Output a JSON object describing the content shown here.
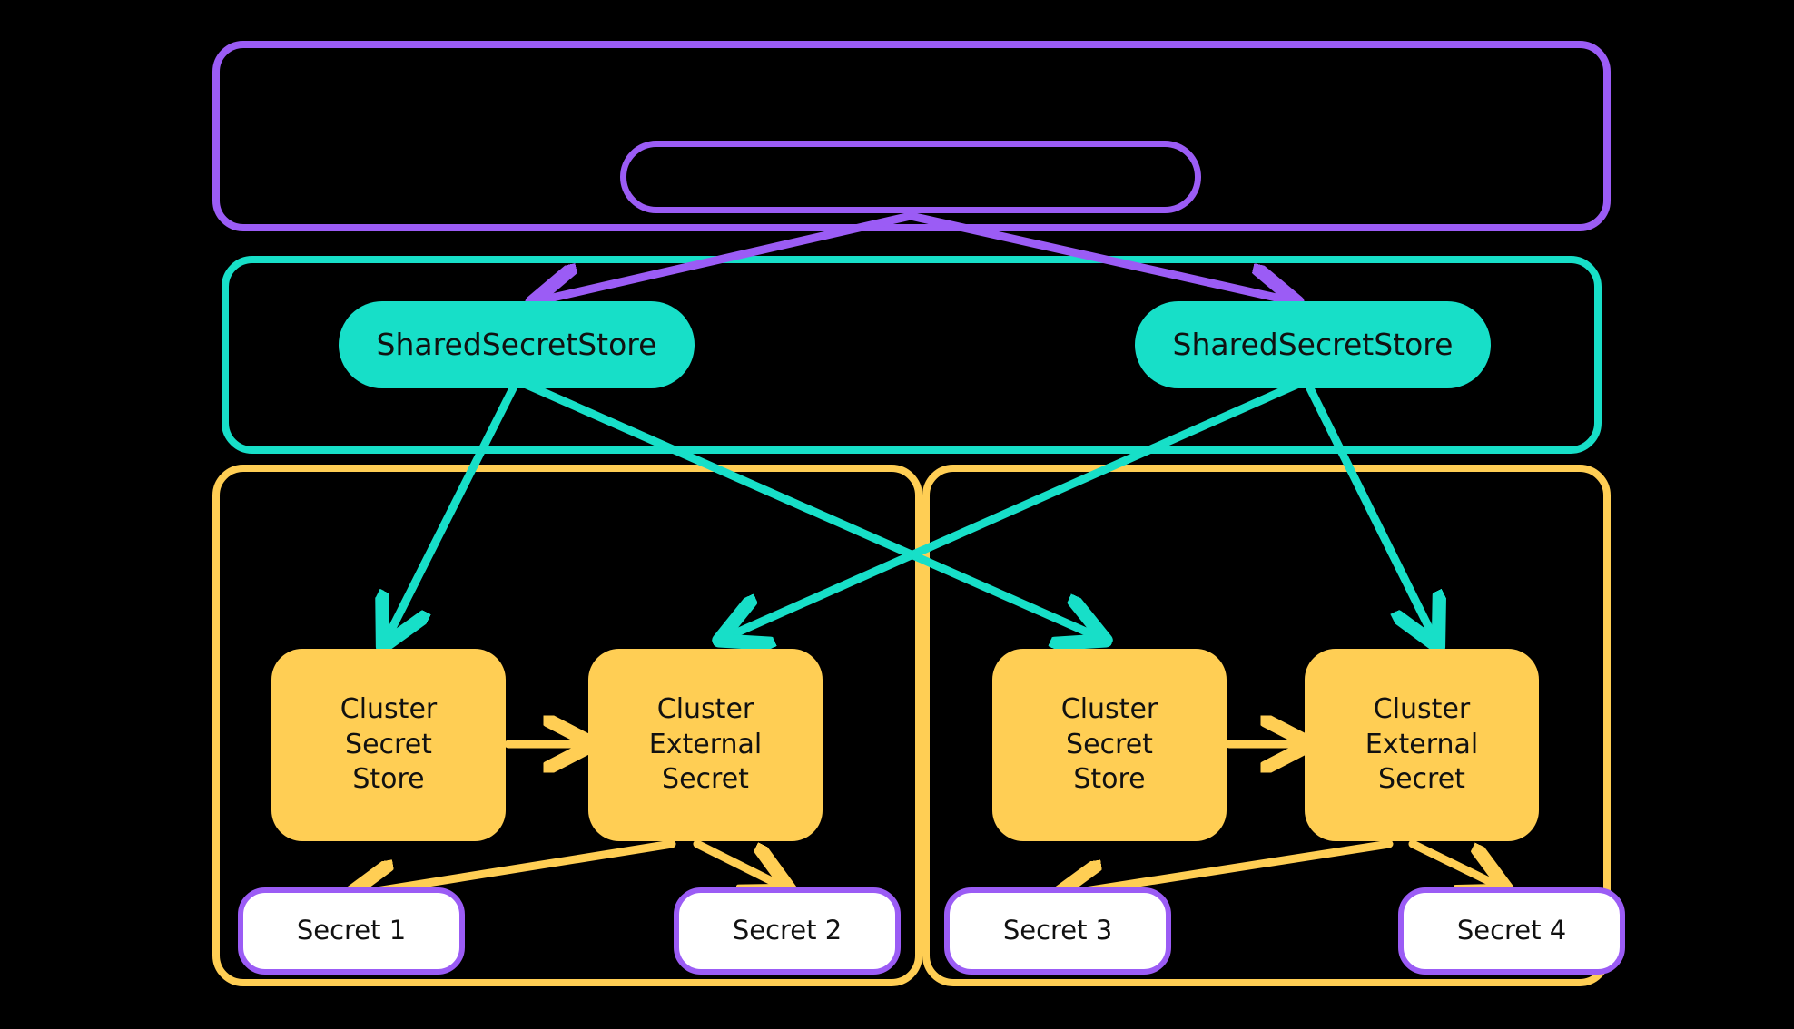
{
  "diagram": {
    "title": "External Secrets Operator shared secret store architecture",
    "background_color": "#000000",
    "colors": {
      "purple": "#9B5CF5",
      "teal": "#17DFC8",
      "yellow": "#FFCE54",
      "white": "#FFFFFF",
      "text": "#111111"
    }
  },
  "containers": [
    {
      "id": "cluster-scope-purple",
      "label": "",
      "border_color": "#9B5CF5"
    },
    {
      "id": "shared-scope-teal",
      "label": "",
      "border_color": "#17DFC8"
    },
    {
      "id": "namespace-left-yellow",
      "label": "",
      "border_color": "#FFCE54"
    },
    {
      "id": "namespace-right-yellow",
      "label": "",
      "border_color": "#FFCE54"
    }
  ],
  "nodes": {
    "root_pill": {
      "label": "",
      "style": "outlined-pill",
      "color": "#9B5CF5"
    },
    "shared_store_left": {
      "label": "SharedSecretStore",
      "fill": "#17DFC8"
    },
    "shared_store_right": {
      "label": "SharedSecretStore",
      "fill": "#17DFC8"
    },
    "cluster_secret_store_left": {
      "label": "Cluster\nSecret\nStore",
      "fill": "#FFCE54"
    },
    "cluster_external_secret_left": {
      "label": "Cluster\nExternal\nSecret",
      "fill": "#FFCE54"
    },
    "cluster_secret_store_right": {
      "label": "Cluster\nSecret\nStore",
      "fill": "#FFCE54"
    },
    "cluster_external_secret_right": {
      "label": "Cluster\nExternal\nSecret",
      "fill": "#FFCE54"
    },
    "secret_1": {
      "label": "Secret 1",
      "fill": "#FFFFFF",
      "border": "#9B5CF5"
    },
    "secret_2": {
      "label": "Secret 2",
      "fill": "#FFFFFF",
      "border": "#9B5CF5"
    },
    "secret_3": {
      "label": "Secret 3",
      "fill": "#FFFFFF",
      "border": "#9B5CF5"
    },
    "secret_4": {
      "label": "Secret 4",
      "fill": "#FFFFFF",
      "border": "#9B5CF5"
    }
  },
  "edges": [
    {
      "from": "root_pill",
      "to": "shared_store_left",
      "color": "#9B5CF5",
      "label": ""
    },
    {
      "from": "root_pill",
      "to": "shared_store_right",
      "color": "#9B5CF5",
      "label": ""
    },
    {
      "from": "shared_store_left",
      "to": "cluster_secret_store_left",
      "color": "#17DFC8",
      "label": ""
    },
    {
      "from": "shared_store_left",
      "to": "cluster_secret_store_right",
      "color": "#17DFC8",
      "label": ""
    },
    {
      "from": "shared_store_right",
      "to": "cluster_external_secret_left",
      "color": "#17DFC8",
      "label": ""
    },
    {
      "from": "shared_store_right",
      "to": "cluster_external_secret_right",
      "color": "#17DFC8",
      "label": ""
    },
    {
      "from": "cluster_secret_store_left",
      "to": "cluster_external_secret_left",
      "color": "#FFCE54",
      "label": ""
    },
    {
      "from": "cluster_secret_store_right",
      "to": "cluster_external_secret_right",
      "color": "#FFCE54",
      "label": ""
    },
    {
      "from": "cluster_external_secret_left",
      "to": "secret_1",
      "color": "#FFCE54",
      "label": ""
    },
    {
      "from": "cluster_external_secret_left",
      "to": "secret_2",
      "color": "#FFCE54",
      "label": ""
    },
    {
      "from": "cluster_external_secret_right",
      "to": "secret_3",
      "color": "#FFCE54",
      "label": ""
    },
    {
      "from": "cluster_external_secret_right",
      "to": "secret_4",
      "color": "#FFCE54",
      "label": ""
    }
  ]
}
